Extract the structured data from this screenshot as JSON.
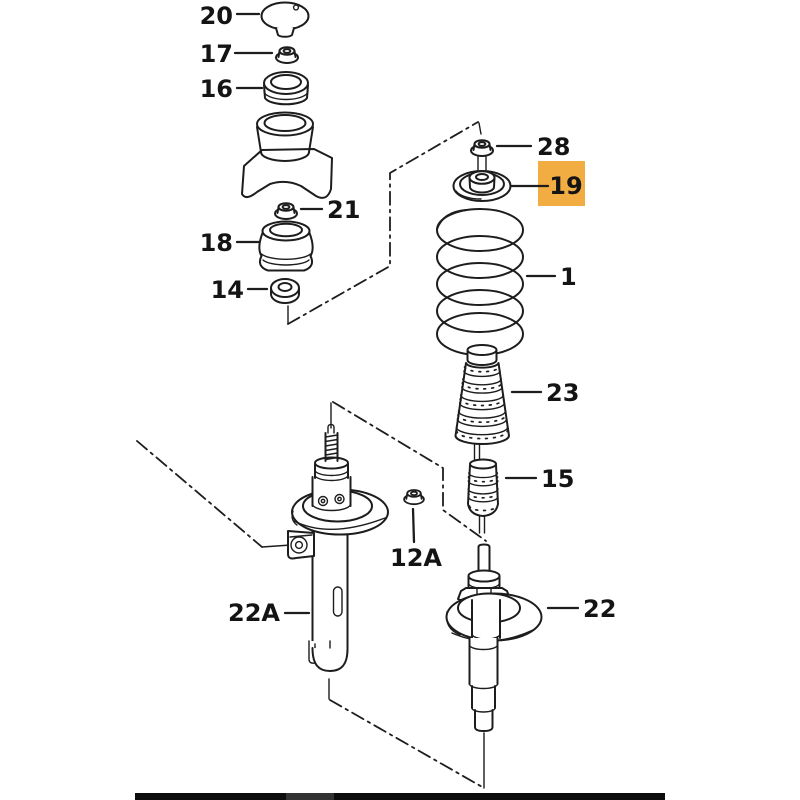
{
  "diagram": {
    "type": "exploded-parts-diagram",
    "subject": "front suspension strut and coil spring assembly",
    "highlight": {
      "fill": "#F1AC42",
      "text_color": "#B9861C",
      "highlighted_ref": "19"
    },
    "line_color": "#1d1d1d",
    "parts": [
      {
        "ref": "20",
        "name": "dust-cap"
      },
      {
        "ref": "17",
        "name": "top-nut"
      },
      {
        "ref": "16",
        "name": "upper-mount-bushing"
      },
      {
        "ref": "21",
        "name": "mount-nut"
      },
      {
        "ref": "18",
        "name": "lower-mount-bushing"
      },
      {
        "ref": "14",
        "name": "washer"
      },
      {
        "ref": "28",
        "name": "piston-rod-nut"
      },
      {
        "ref": "19",
        "name": "upper-spring-seat",
        "highlighted": true
      },
      {
        "ref": "1",
        "name": "coil-spring"
      },
      {
        "ref": "23",
        "name": "protective-boot"
      },
      {
        "ref": "15",
        "name": "bump-stop"
      },
      {
        "ref": "12A",
        "name": "clamp-nut"
      },
      {
        "ref": "22A",
        "name": "strut-assembly"
      },
      {
        "ref": "22",
        "name": "strut-cartridge"
      }
    ]
  }
}
